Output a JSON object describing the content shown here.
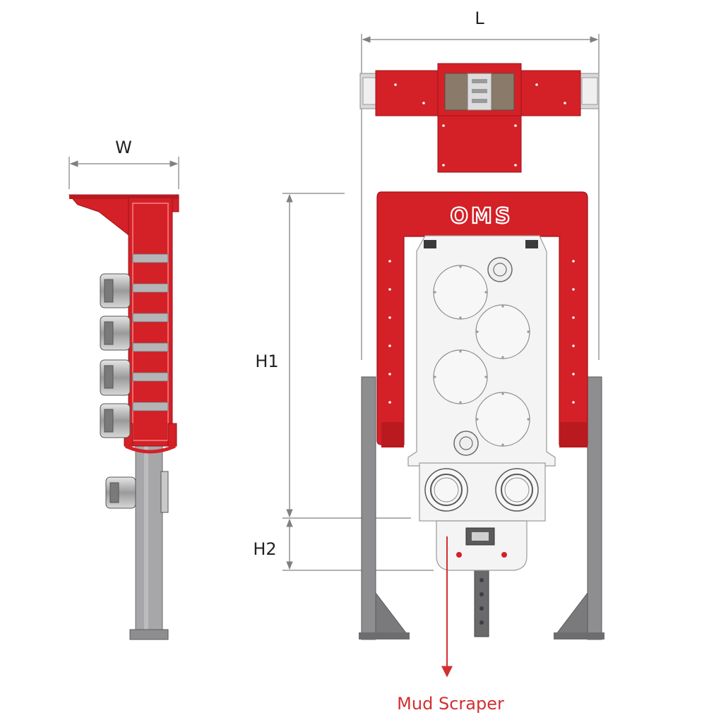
{
  "dimensions": {
    "length_label": "L",
    "width_label": "W",
    "height1_label": "H1",
    "height2_label": "H2"
  },
  "brand": {
    "logo_text": "OMS"
  },
  "annotation": {
    "label": "Mud Scraper"
  },
  "colors": {
    "frame_red": "#d42027",
    "dark_red": "#a9161c",
    "steel_grey": "#8e8e90",
    "dark_grey": "#5a5a5c",
    "light_grey": "#f2f2f2",
    "dim_line": "#808080",
    "arrow_red": "#d32f2f"
  }
}
